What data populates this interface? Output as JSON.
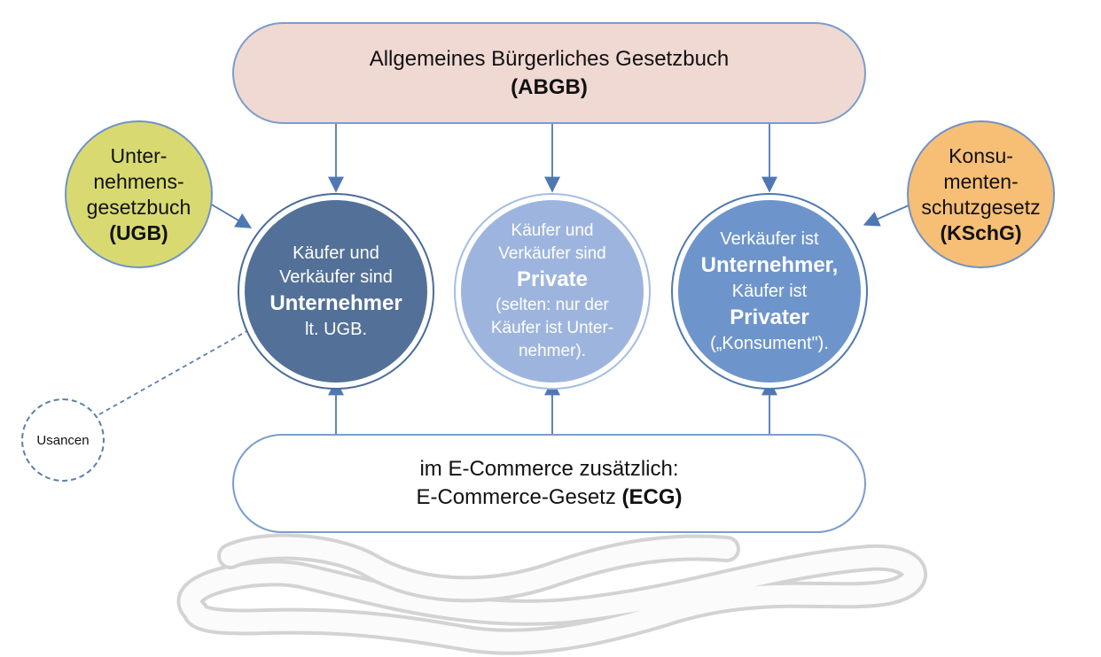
{
  "abgb": {
    "line1": "Allgemeines Bürgerliches Gesetzbuch",
    "abbr": "(ABGB)"
  },
  "ugb": {
    "line1": "Unter-",
    "line2": "nehmens-",
    "line3": "gesetzbuch",
    "abbr": "(UGB)"
  },
  "kschg": {
    "line1": "Konsu-",
    "line2": "menten-",
    "line3": "schutzgesetz",
    "abbr": "(KSchG)"
  },
  "b2b": {
    "line1": "Käufer und",
    "line2": "Verkäufer sind",
    "bold": "Unternehmer",
    "line4": "lt. UGB."
  },
  "c2c": {
    "line1": "Käufer und",
    "line2": "Verkäufer sind",
    "bold": "Private",
    "line4": "(selten: nur der",
    "line5": "Käufer ist Unter-",
    "line6": "nehmer)."
  },
  "b2c": {
    "line1": "Verkäufer ist",
    "bold1": "Unternehmer,",
    "line3": "Käufer ist",
    "bold2": "Privater",
    "line5": "(„Konsument\")."
  },
  "usancen": {
    "label": "Usancen"
  },
  "ecg": {
    "line1": "im E-Commerce zusätzlich:",
    "line2": "E-Commerce-Gesetz",
    "abbr": "(ECG)"
  },
  "colors": {
    "abgb_fill": "#f0d9d3",
    "ugb_fill": "#d8da71",
    "kschg_fill": "#f7bf75",
    "b2b_fill": "#537198",
    "c2c_fill": "#9db5de",
    "b2c_fill": "#6e95cb",
    "border": "#7a9dcd"
  }
}
